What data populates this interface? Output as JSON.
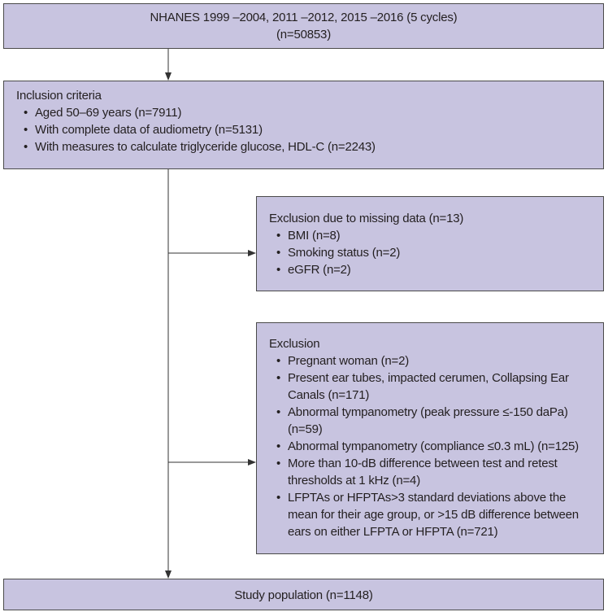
{
  "source": {
    "line1": "NHANES 1999 –2004, 2011 –2012, 2015 –2016 (5 cycles)",
    "line2": "(n=50853)"
  },
  "inclusion": {
    "title": "Inclusion criteria",
    "items": [
      "Aged 50–69 years (n=7911)",
      "With complete data of audiometry (n=5131)",
      "With measures to calculate triglyceride glucose, HDL-C (n=2243)"
    ]
  },
  "exclusion_missing": {
    "title": "Exclusion due to missing data (n=13)",
    "items": [
      "BMI (n=8)",
      "Smoking status (n=2)",
      "eGFR (n=2)"
    ]
  },
  "exclusion": {
    "title": "Exclusion",
    "items": [
      "Pregnant woman (n=2)",
      "Present ear tubes, impacted cerumen, Collapsing Ear Canals (n=171)",
      "Abnormal tympanometry (peak pressure ≤-150 daPa) (n=59)",
      "Abnormal tympanometry (compliance ≤0.3 mL) (n=125)",
      "More than 10-dB difference between test and retest thresholds at 1 kHz (n=4)",
      "LFPTAs or HFPTAs>3 standard deviations above the mean for their age group, or >15 dB difference between ears on either LFPTA or HFPTA (n=721)"
    ]
  },
  "result": {
    "label": "Study population (n=1148)"
  },
  "colors": {
    "box_fill": "#c8c4e0",
    "box_border": "#4a4a4a",
    "line": "#333333"
  }
}
